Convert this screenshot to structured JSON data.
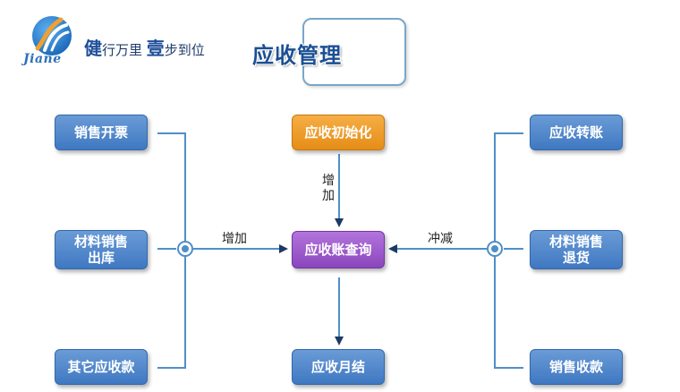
{
  "header": {
    "logo_text": "Jiane",
    "slogan_1": "健",
    "slogan_2": "行万里",
    "slogan_3": "壹",
    "slogan_4": "步到位",
    "title": "应收管理"
  },
  "nodes": {
    "sales_invoice": "销售开票",
    "material_sales_out_line1": "材料销售",
    "material_sales_out_line2": "出库",
    "other_receivable": "其它应收款",
    "ar_init": "应收初始化",
    "ar_query": "应收账查询",
    "ar_month_close": "应收月结",
    "ar_transfer": "应收转账",
    "material_sales_return_line1": "材料销售",
    "material_sales_return_line2": "退货",
    "sales_receipt": "销售收款"
  },
  "edges": {
    "increase_top_char1": "增",
    "increase_top_char2": "加",
    "increase_left": "增加",
    "offset_right": "冲减"
  },
  "colors": {
    "node_blue": "#4a84c8",
    "node_orange": "#f0a030",
    "node_purple": "#9c56cc",
    "line": "#4f8fc8",
    "arrow": "#1c3a66"
  }
}
